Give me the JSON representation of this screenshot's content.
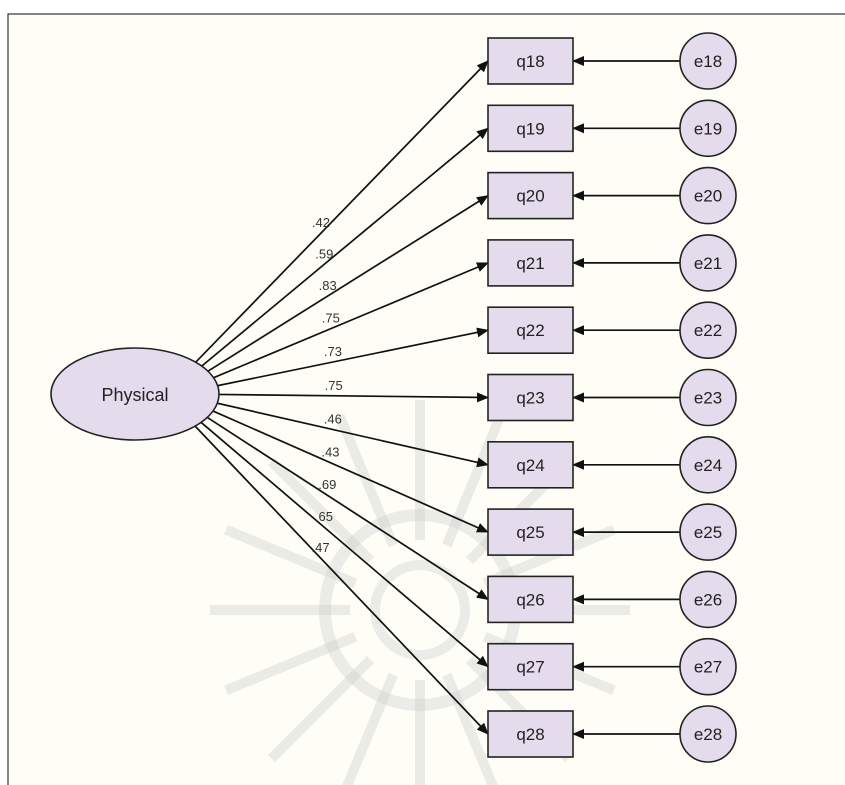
{
  "latent": {
    "label": "Physical"
  },
  "items": [
    {
      "name": "q18",
      "loading": ".42",
      "error": "e18"
    },
    {
      "name": "q19",
      "loading": ".59",
      "error": "e19"
    },
    {
      "name": "q20",
      "loading": ".83",
      "error": "e20"
    },
    {
      "name": "q21",
      "loading": ".75",
      "error": "e21"
    },
    {
      "name": "q22",
      "loading": ".73",
      "error": "e22"
    },
    {
      "name": "q23",
      "loading": ".75",
      "error": "e23"
    },
    {
      "name": "q24",
      "loading": ".46",
      "error": "e24"
    },
    {
      "name": "q25",
      "loading": ".43",
      "error": "e25"
    },
    {
      "name": "q26",
      "loading": ".69",
      "error": "e26"
    },
    {
      "name": "q27",
      "loading": ".65",
      "error": "e27"
    },
    {
      "name": "q28",
      "loading": ".47",
      "error": "e28"
    }
  ],
  "colors": {
    "background": "#fefef7",
    "border": "#333333",
    "node_fill": "#e4dcec",
    "line": "#111111",
    "watermark": "#c8c8c8"
  }
}
